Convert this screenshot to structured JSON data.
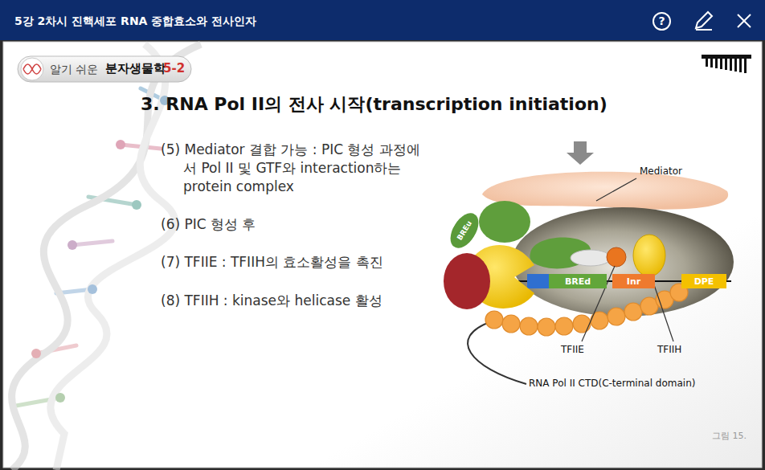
{
  "diagram": {
    "title": "3. RNA Pol II의 전사 시작(transcription initiation)",
    "nodes": [
      {
        "text": [
          "BREu"
        ]
      },
      {
        "text": [
          "BREd"
        ]
      },
      {
        "text": [
          "Inr"
        ]
      },
      {
        "text": [
          "DPE"
        ]
      }
    ],
    "labels": [
      "5강 2차시 진핵세포 RNA 중합효소와 전사인자",
      "?",
      "알기 쉬운",
      "분자생물학",
      "5-2",
      "(5) Mediator 결합 가능 : PIC 형성 과정에서 Pol II 및 GTF와 interaction하는 protein complex",
      "(6) PIC 형성 후",
      "(7) TFIIE : TFIIH의 효소활성을 촉진",
      "(8) TFIIH : kinase와 helicase 활성",
      "Mediator",
      "TFIIE",
      "TFIIH",
      "RNA Pol II CTD(C-terminal domain)",
      "그림 15."
    ]
  }
}
